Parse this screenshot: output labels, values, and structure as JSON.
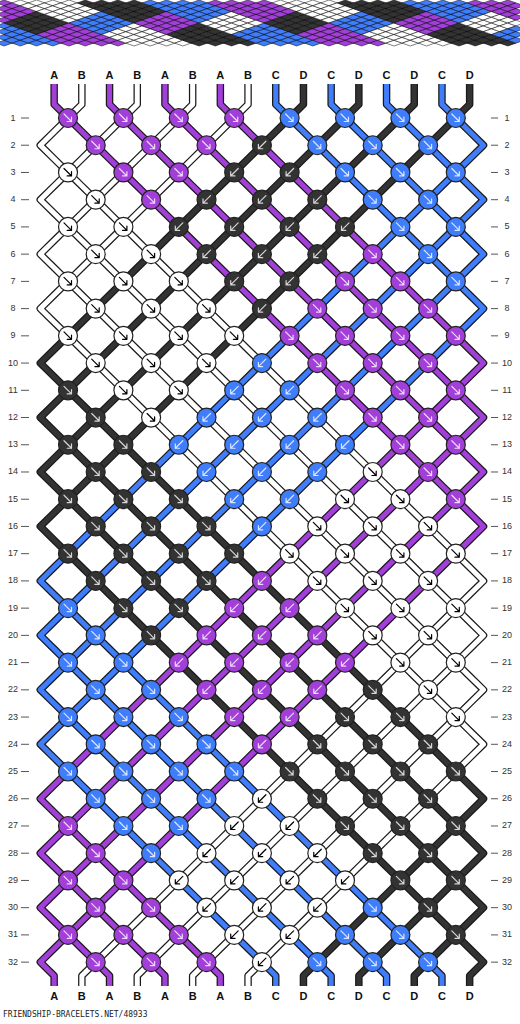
{
  "diagram": {
    "labels": [
      "A",
      "B",
      "A",
      "B",
      "A",
      "B",
      "A",
      "B",
      "C",
      "D",
      "C",
      "D",
      "C",
      "D",
      "C",
      "D",
      "1",
      "1",
      "2",
      "2",
      "3",
      "3",
      "4",
      "4",
      "5",
      "5",
      "6",
      "6",
      "7",
      "7",
      "8",
      "8",
      "9",
      "9",
      "10",
      "10",
      "11",
      "11",
      "12",
      "12",
      "13",
      "13",
      "14",
      "14",
      "15",
      "15",
      "16",
      "16",
      "17",
      "17",
      "18",
      "18",
      "19",
      "19",
      "20",
      "20",
      "21",
      "21",
      "22",
      "22",
      "23",
      "23",
      "24",
      "24",
      "25",
      "25",
      "26",
      "26",
      "27",
      "27",
      "28",
      "28",
      "29",
      "29",
      "30",
      "30",
      "31",
      "31",
      "32",
      "32",
      "A",
      "B",
      "A",
      "B",
      "A",
      "B",
      "A",
      "B",
      "C",
      "D",
      "C",
      "D",
      "C",
      "D",
      "C",
      "D",
      "FRIENDSHIP-BRACELETS.NET/48933"
    ]
  }
}
